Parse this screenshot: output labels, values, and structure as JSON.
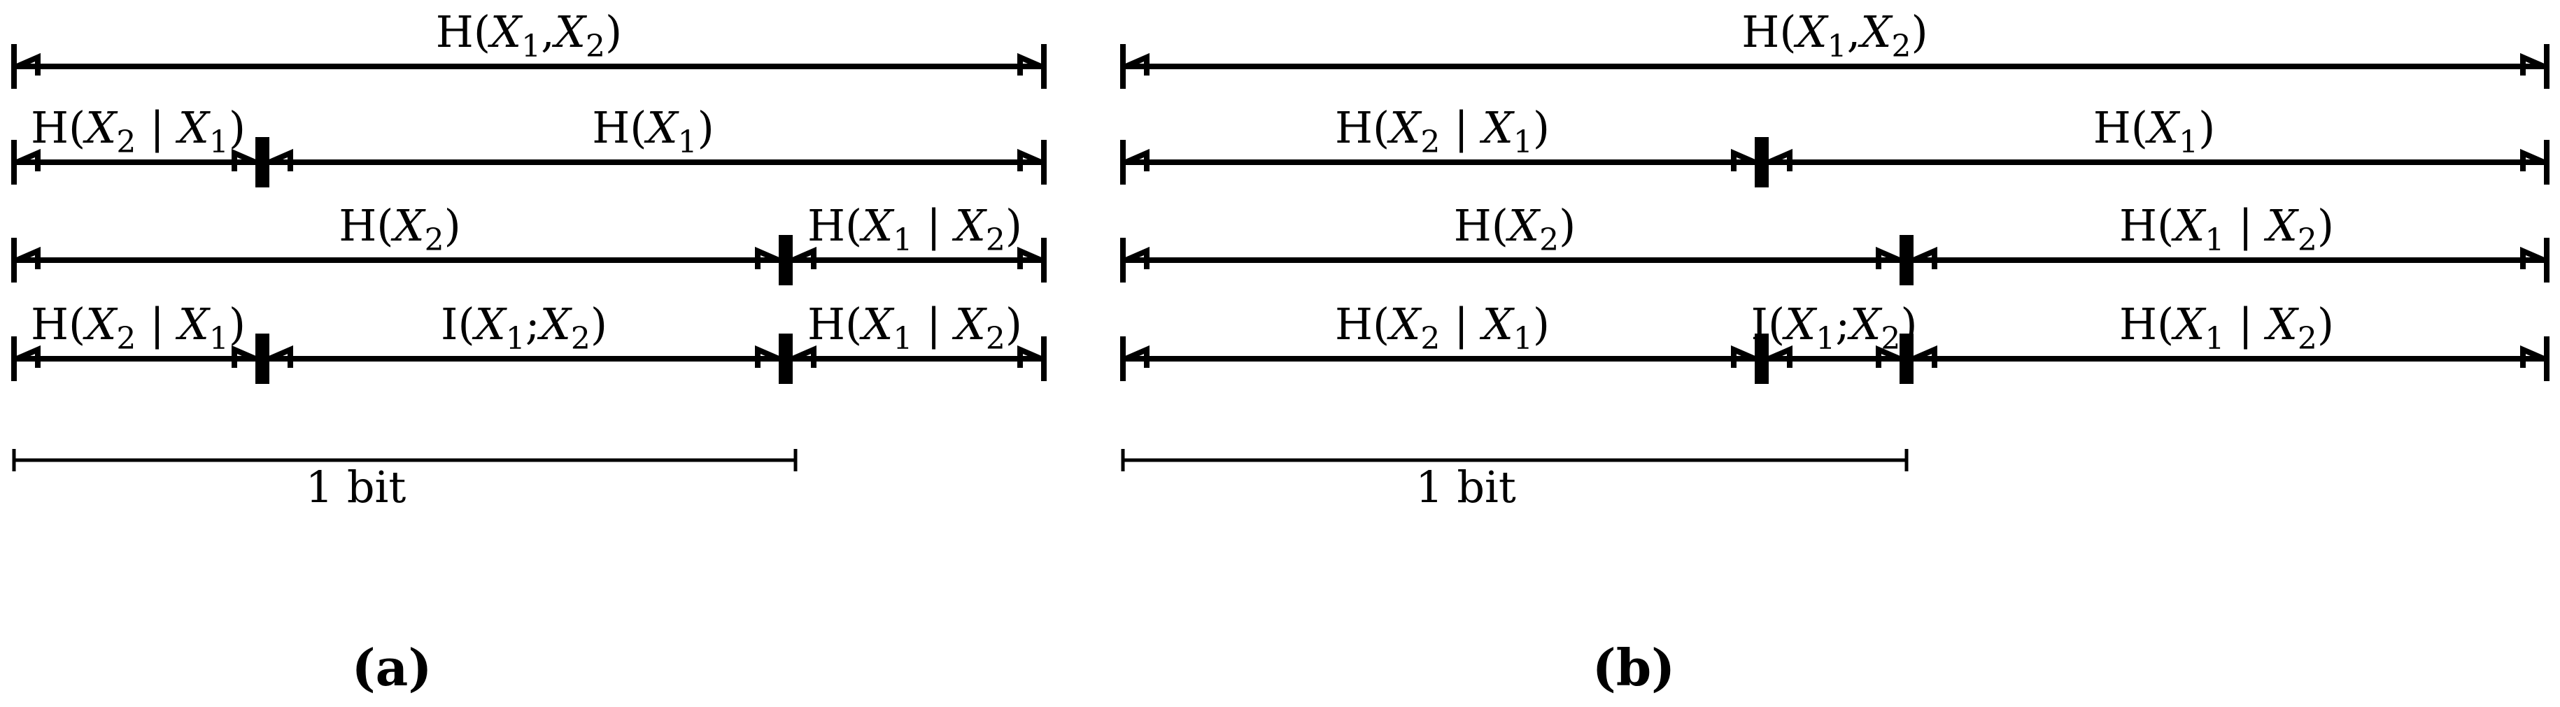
{
  "colors": {
    "ink": "#000000",
    "background": "#ffffff"
  },
  "panels": [
    {
      "id": "a",
      "caption": "(a)",
      "scale_label": "1 bit",
      "rows": [
        {
          "segments": [
            {
              "label_parts": [
                "H(",
                "X",
                "1",
                ",",
                "X",
                "2",
                ")"
              ]
            }
          ]
        },
        {
          "segments": [
            {
              "label_parts": [
                "H(",
                "X",
                "2",
                " | ",
                "X",
                "1",
                ")"
              ]
            },
            {
              "label_parts": [
                "H(",
                "X",
                "1",
                ")"
              ]
            }
          ]
        },
        {
          "segments": [
            {
              "label_parts": [
                "H(",
                "X",
                "2",
                ")"
              ]
            },
            {
              "label_parts": [
                "H(",
                "X",
                "1",
                " | ",
                "X",
                "2",
                ")"
              ]
            }
          ]
        },
        {
          "segments": [
            {
              "label_parts": [
                "H(",
                "X",
                "2",
                " | ",
                "X",
                "1",
                ")"
              ]
            },
            {
              "label_parts": [
                "I(",
                "X",
                "1",
                ";",
                "X",
                "2",
                ")"
              ]
            },
            {
              "label_parts": [
                "H(",
                "X",
                "1",
                " | ",
                "X",
                "2",
                ")"
              ]
            }
          ]
        }
      ]
    },
    {
      "id": "b",
      "caption": "(b)",
      "scale_label": "1 bit",
      "rows": [
        {
          "segments": [
            {
              "label_parts": [
                "H(",
                "X",
                "1",
                ",",
                "X",
                "2",
                ")"
              ]
            }
          ]
        },
        {
          "segments": [
            {
              "label_parts": [
                "H(",
                "X",
                "2",
                " | ",
                "X",
                "1",
                ")"
              ]
            },
            {
              "label_parts": [
                "H(",
                "X",
                "1",
                ")"
              ]
            }
          ]
        },
        {
          "segments": [
            {
              "label_parts": [
                "H(",
                "X",
                "2",
                ")"
              ]
            },
            {
              "label_parts": [
                "H(",
                "X",
                "1",
                " | ",
                "X",
                "2",
                ")"
              ]
            }
          ]
        },
        {
          "segments": [
            {
              "label_parts": [
                "H(",
                "X",
                "2",
                " | ",
                "X",
                "1",
                ")"
              ]
            },
            {
              "label_parts": [
                "I(",
                "X",
                "1",
                ";",
                "X",
                "2",
                ")"
              ]
            },
            {
              "label_parts": [
                "H(",
                "X",
                "1",
                " | ",
                "X",
                "2",
                ")"
              ]
            }
          ]
        }
      ]
    }
  ]
}
